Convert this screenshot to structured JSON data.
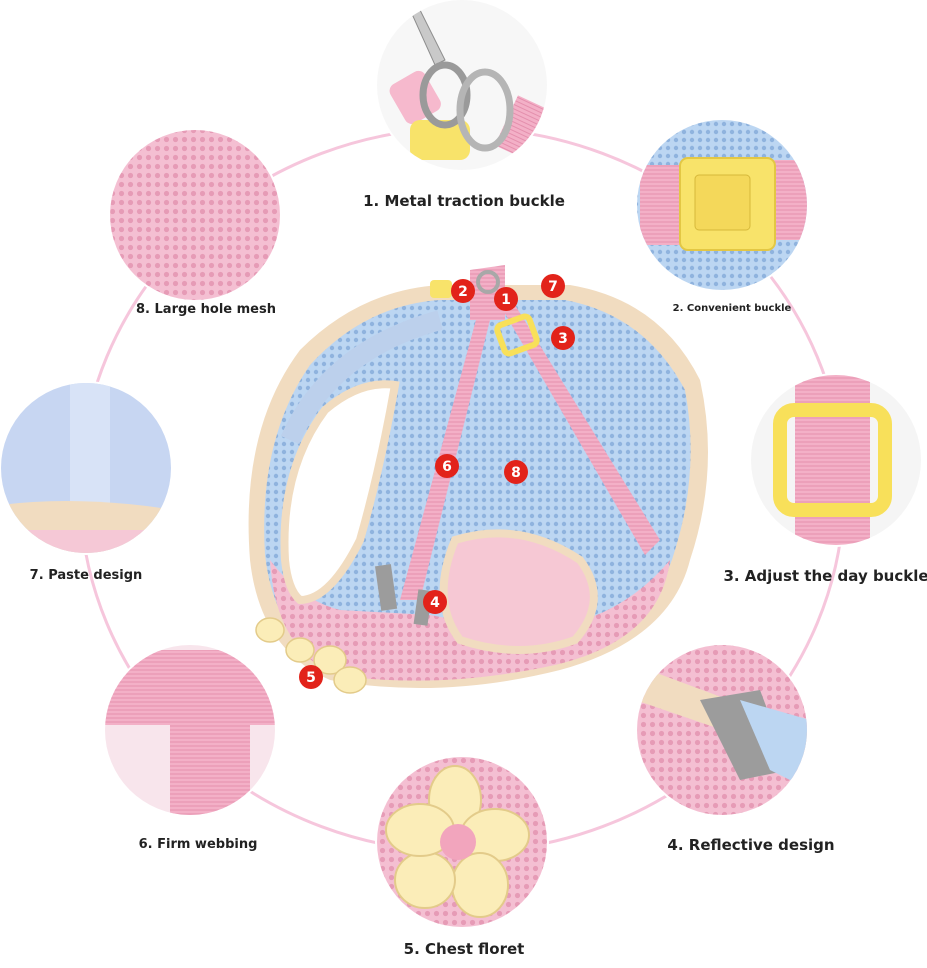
{
  "features": [
    {
      "num": "1",
      "label": "1. Metal traction buckle"
    },
    {
      "num": "2",
      "label": "2. Convenient buckle"
    },
    {
      "num": "3",
      "label": "3. Adjust the day buckle"
    },
    {
      "num": "4",
      "label": "4. Reflective design"
    },
    {
      "num": "5",
      "label": "5. Chest floret"
    },
    {
      "num": "6",
      "label": "6. Firm webbing"
    },
    {
      "num": "7",
      "label": "7. Paste design"
    },
    {
      "num": "8",
      "label": "8. Large hole mesh"
    }
  ],
  "colors": {
    "ring": "#f6c6dc",
    "mesh_pink": "#f2b8cc",
    "mesh_blue": "#b9d3f0",
    "trim_beige": "#f1dcc0",
    "buckle_yellow": "#f8e36a",
    "marker_red": "#e2231a"
  }
}
